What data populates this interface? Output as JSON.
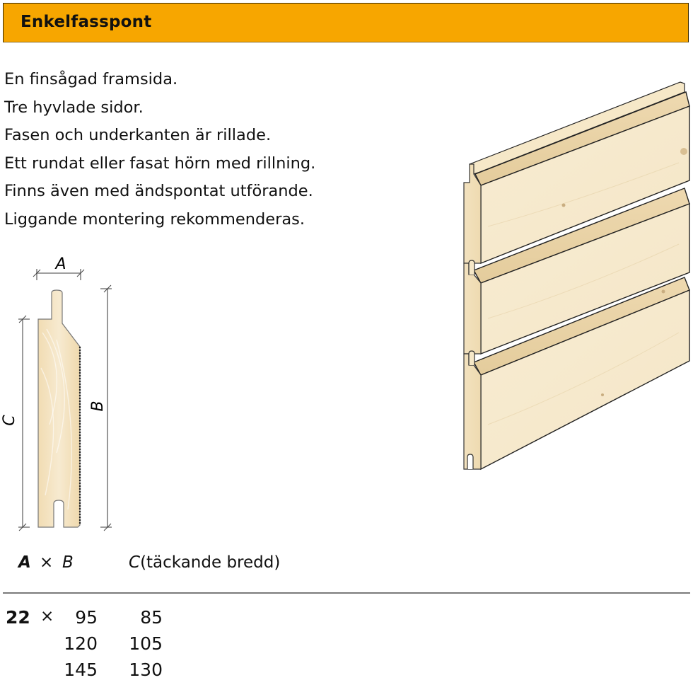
{
  "header": {
    "title": "Enkelfasspont",
    "background_color": "#f7a600"
  },
  "description": {
    "lines": [
      "En finsågad framsida.",
      "Tre hyvlade sidor.",
      "Fasen och underkanten är rillade.",
      "Ett rundat eller fasat hörn med rillning.",
      "Finns även med ändspontat utförande.",
      "Liggande montering rekommenderas."
    ]
  },
  "profile_diagram": {
    "labels": {
      "a": "A",
      "b": "B",
      "c": "C"
    },
    "wood_color": "#f3e2c0"
  },
  "panel_illustration": {
    "description": "three-panel-wood-cladding",
    "wood_color": "#f6ebcf"
  },
  "table": {
    "header": {
      "a": "A",
      "times": "×",
      "b": "B",
      "c_symbol": "C",
      "c_label": "(täckande bredd)"
    },
    "rows": [
      {
        "a": "22",
        "times": "×",
        "b": "95",
        "c": "85"
      },
      {
        "a": "",
        "times": "",
        "b": "120",
        "c": "105"
      },
      {
        "a": "",
        "times": "",
        "b": "145",
        "c": "130"
      }
    ]
  }
}
